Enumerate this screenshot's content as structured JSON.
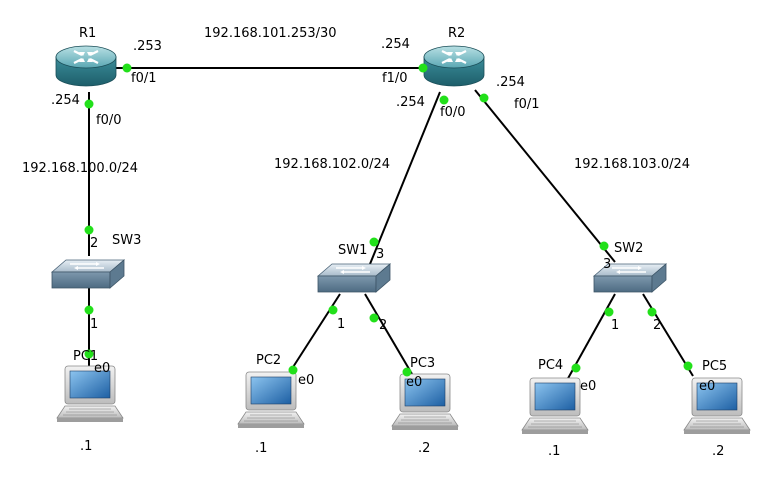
{
  "devices": {
    "r1": {
      "name": "R1",
      "icon": "router-icon"
    },
    "r2": {
      "name": "R2",
      "icon": "router-icon"
    },
    "sw1": {
      "name": "SW1",
      "icon": "switch-icon"
    },
    "sw2": {
      "name": "SW2",
      "icon": "switch-icon"
    },
    "sw3": {
      "name": "SW3",
      "icon": "switch-icon"
    },
    "pc1": {
      "name": "PC1",
      "icon": "computer-icon",
      "address": ".1",
      "iface": "e0"
    },
    "pc2": {
      "name": "PC2",
      "icon": "computer-icon",
      "address": ".1",
      "iface": "e0"
    },
    "pc3": {
      "name": "PC3",
      "icon": "computer-icon",
      "address": ".2",
      "iface": "e0"
    },
    "pc4": {
      "name": "PC4",
      "icon": "computer-icon",
      "address": ".1",
      "iface": "e0"
    },
    "pc5": {
      "name": "PC5",
      "icon": "computer-icon",
      "address": ".2",
      "iface": "e0"
    }
  },
  "links": {
    "r1_r2": {
      "network": "192.168.101.253/30",
      "r1_port": "f0/1",
      "r1_addr": ".253",
      "r2_port": "f1/0",
      "r2_addr": ".254"
    },
    "r1_sw3": {
      "network": "192.168.100.0/24",
      "r1_port": "f0/0",
      "r1_addr": ".254",
      "sw_port": "2"
    },
    "r2_sw1": {
      "network": "192.168.102.0/24",
      "r2_port": "f0/0",
      "r2_addr": ".254",
      "sw_port": "3"
    },
    "r2_sw2": {
      "network": "192.168.103.0/24",
      "r2_port": "f0/1",
      "r2_addr": ".254",
      "sw_port": "3"
    },
    "sw3_pc1": {
      "sw_port": "1"
    },
    "sw1_pc2": {
      "sw_port": "1"
    },
    "sw1_pc3": {
      "sw_port": "2"
    },
    "sw2_pc4": {
      "sw_port": "1"
    },
    "sw2_pc5": {
      "sw_port": "2"
    }
  },
  "colors": {
    "port_up": "#22e01a",
    "router_body": "#2f7f8d",
    "switch_body": "#6f8fa8",
    "pc_screen": "#2f74b8"
  }
}
